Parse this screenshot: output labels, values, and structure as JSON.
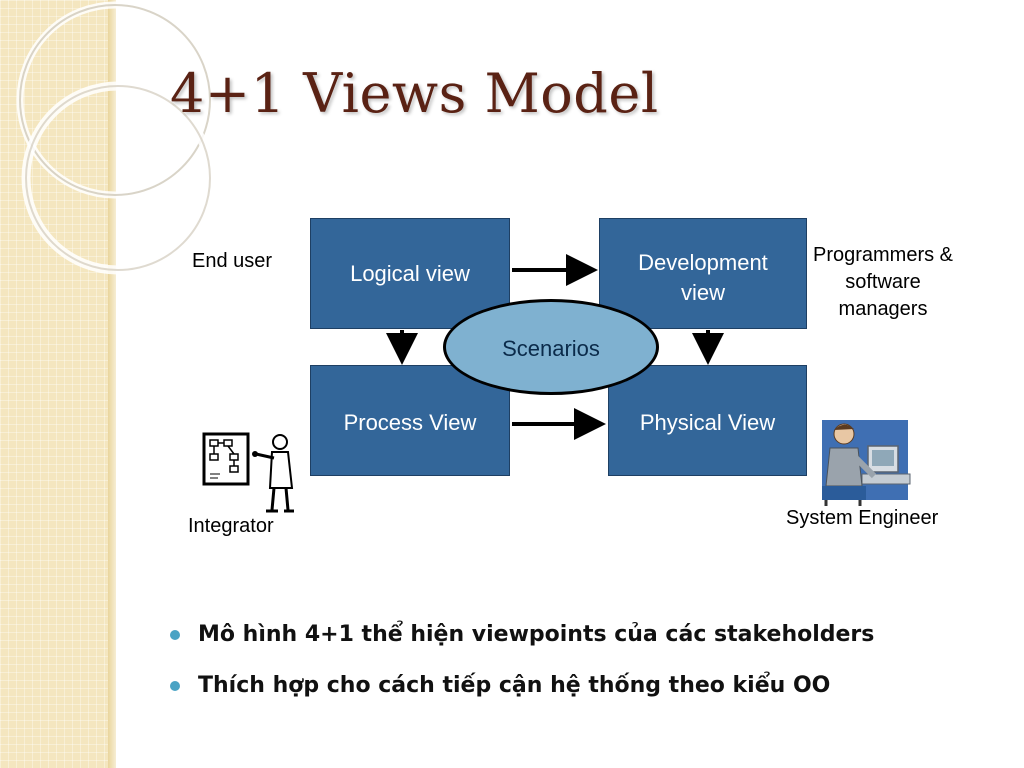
{
  "slide": {
    "title": "4+1 Views Model"
  },
  "diagram": {
    "boxes": {
      "logical": "Logical view",
      "development": "Development view",
      "process": "Process View",
      "physical": "Physical View"
    },
    "scenarios": "Scenarios",
    "actors": {
      "end_user": "End user",
      "programmers": "Programmers & software managers",
      "integrator": "Integrator",
      "system_engineer": "System Engineer"
    },
    "colors": {
      "box": "#336699",
      "scenarios": "#7fb1d0",
      "title": "#5a2214",
      "bullet": "#4aa3c4"
    }
  },
  "bullets": [
    "Mô hình 4+1 thể hiện viewpoints của các stakeholders",
    "Thích hợp cho cách tiếp cận hệ thống theo kiểu OO"
  ]
}
